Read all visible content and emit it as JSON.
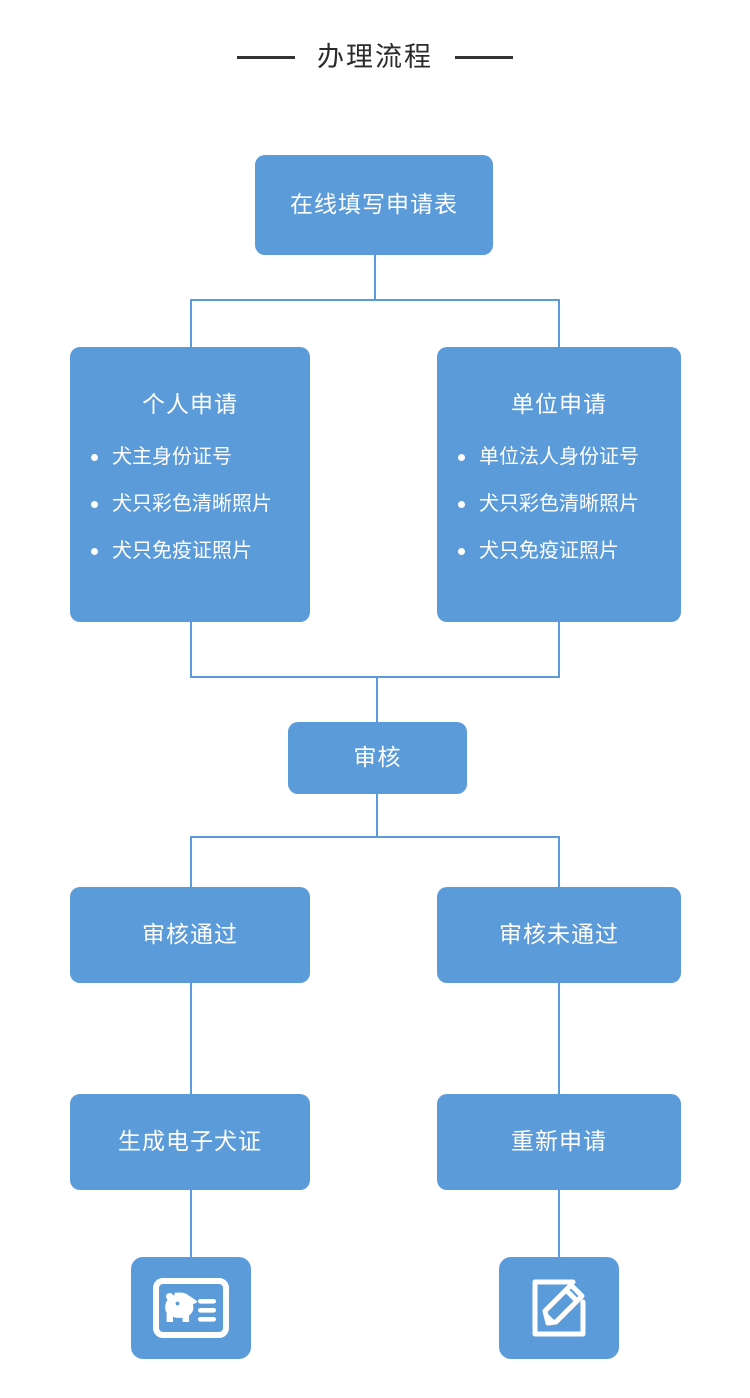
{
  "page": {
    "title": "办理流程",
    "accent_color": "#5b9bd9",
    "title_rule_color": "#333333",
    "background_color": "#ffffff",
    "text_on_accent_color": "#ffffff"
  },
  "flow": {
    "start": {
      "label": "在线填写申请表"
    },
    "branches": [
      {
        "title": "个人申请",
        "items": [
          "犬主身份证号",
          "犬只彩色清晰照片",
          "犬只免疫证照片"
        ]
      },
      {
        "title": "单位申请",
        "items": [
          "单位法人身份证号",
          "犬只彩色清晰照片",
          "犬只免疫证照片"
        ]
      }
    ],
    "review": {
      "label": "审核"
    },
    "outcomes": [
      {
        "label": "审核通过"
      },
      {
        "label": "审核未通过"
      }
    ],
    "results": [
      {
        "label": "生成电子犬证"
      },
      {
        "label": "重新申请"
      }
    ],
    "icons": [
      {
        "name": "dog-license-card-icon"
      },
      {
        "name": "edit-pencil-icon"
      }
    ]
  }
}
